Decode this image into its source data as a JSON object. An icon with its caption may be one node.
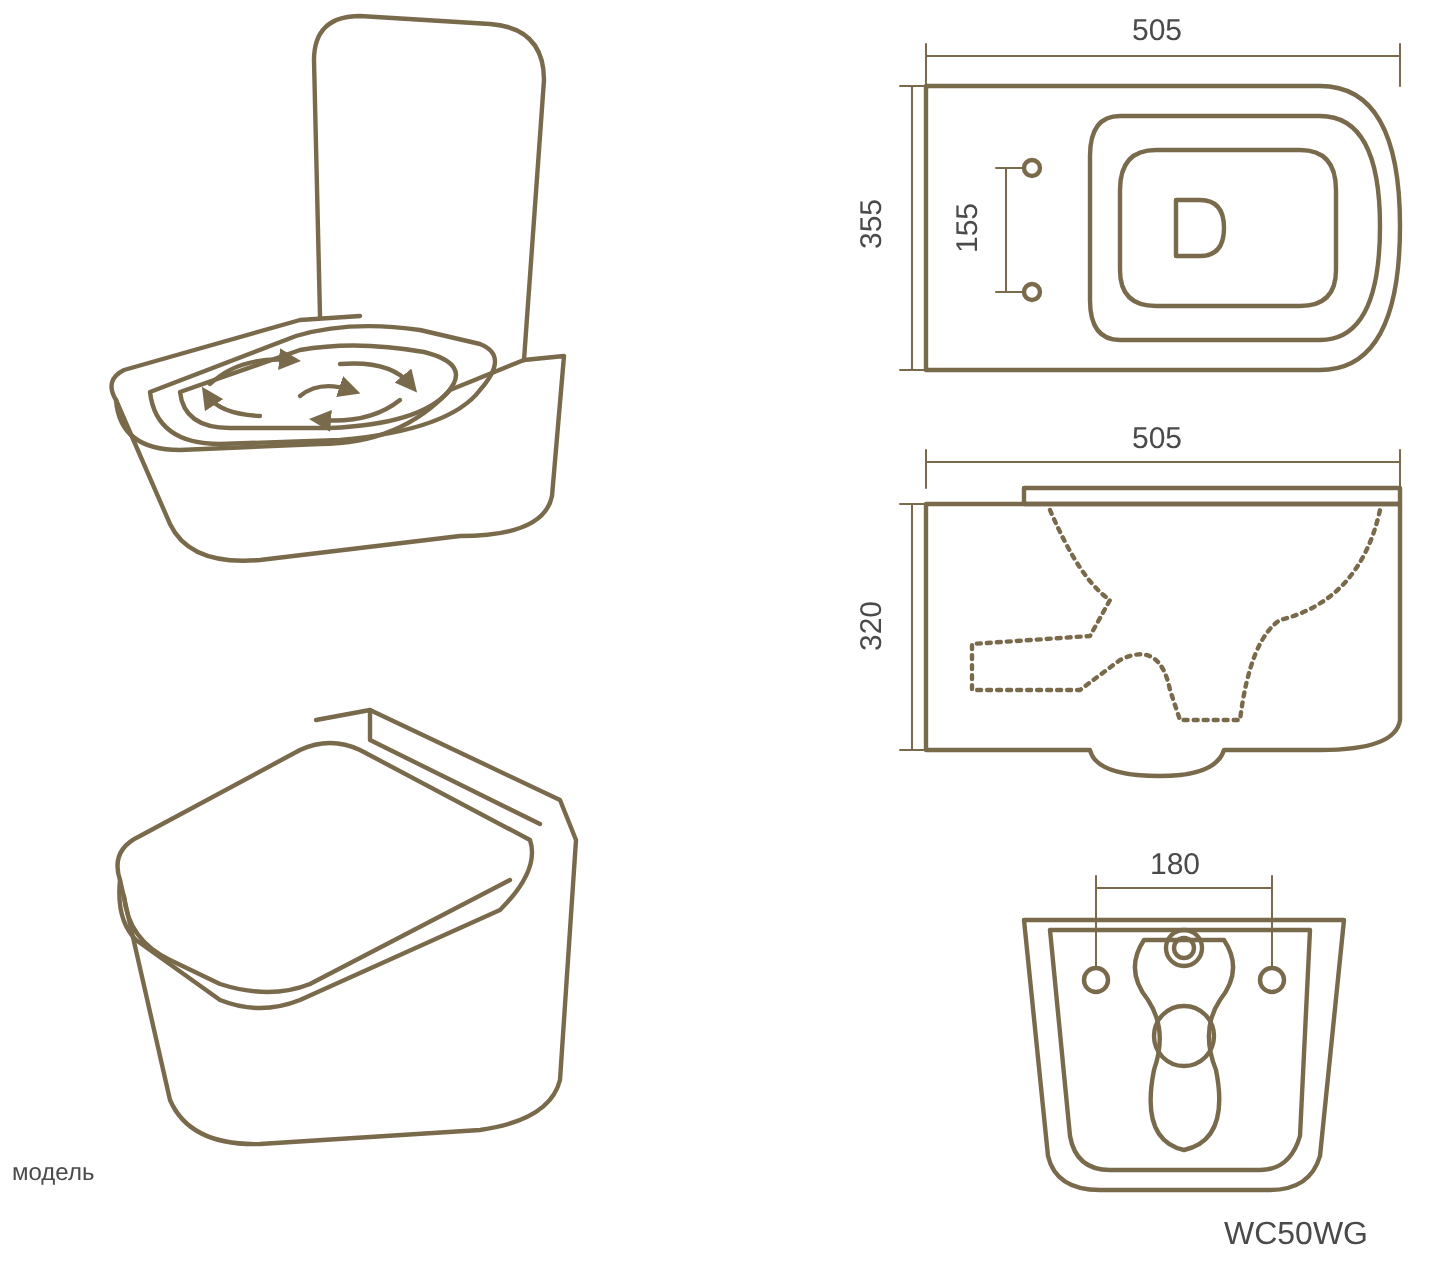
{
  "diagram": {
    "labels": [
      "505",
      "355",
      "155",
      "505",
      "320",
      "180",
      "модель",
      "WC50WG"
    ]
  }
}
